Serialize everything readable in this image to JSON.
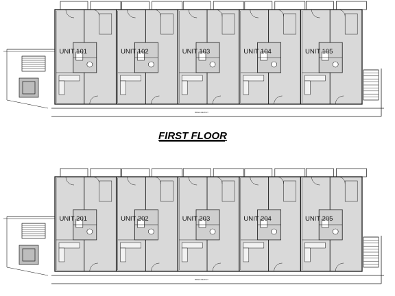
{
  "floors": [
    {
      "title": "FIRST FLOOR",
      "walkway_caption": "BREEZEWAY",
      "units": [
        "UNIT 101",
        "UNIT 102",
        "UNIT 103",
        "UNIT 104",
        "UNIT 105"
      ]
    },
    {
      "title": "",
      "walkway_caption": "BREEZEWAY",
      "units": [
        "UNIT 201",
        "UNIT 202",
        "UNIT 203",
        "UNIT 204",
        "UNIT 205"
      ]
    }
  ],
  "colors": {
    "line": "#1a1a1a",
    "fill": "#d9d9d9",
    "paper": "#ffffff"
  }
}
